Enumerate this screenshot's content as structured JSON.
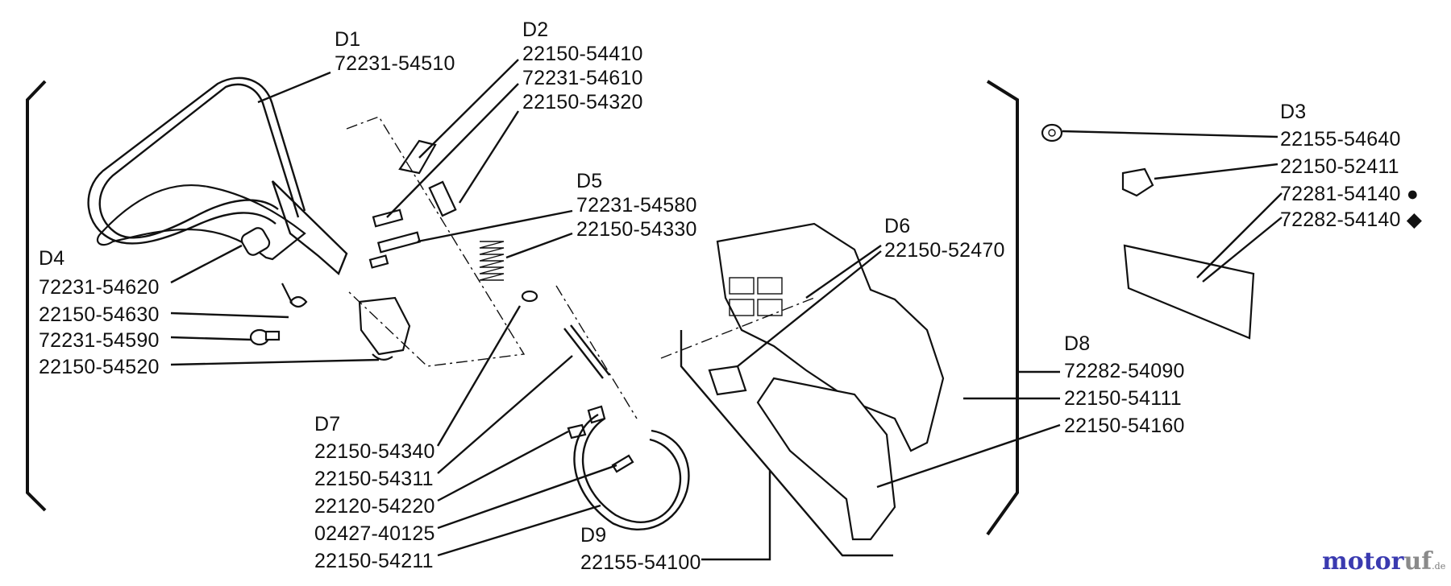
{
  "groups": {
    "d1": {
      "id": "D1",
      "codes": [
        "72231-54510"
      ]
    },
    "d2": {
      "id": "D2",
      "codes": [
        "22150-54410",
        "72231-54610",
        "22150-54320"
      ]
    },
    "d3": {
      "id": "D3",
      "codes": [
        "22155-54640",
        "22150-52411",
        "72281-54140 ●",
        "72282-54140 ◆"
      ]
    },
    "d4": {
      "id": "D4",
      "codes": [
        "72231-54620",
        "22150-54630",
        "72231-54590",
        "22150-54520"
      ]
    },
    "d5": {
      "id": "D5",
      "codes": [
        "72231-54580",
        "22150-54330"
      ]
    },
    "d6": {
      "id": "D6",
      "codes": [
        "22150-52470"
      ]
    },
    "d7": {
      "id": "D7",
      "codes": [
        "22150-54340",
        "22150-54311",
        "22120-54220",
        "02427-40125",
        "22150-54211"
      ]
    },
    "d8": {
      "id": "D8",
      "codes": [
        "72282-54090",
        "22150-54111",
        "22150-54160"
      ]
    },
    "d9": {
      "id": "D9",
      "codes": [
        "22155-54100"
      ]
    }
  },
  "watermark": {
    "main": "motor",
    "accent": "uf",
    "suffix": ".de"
  }
}
